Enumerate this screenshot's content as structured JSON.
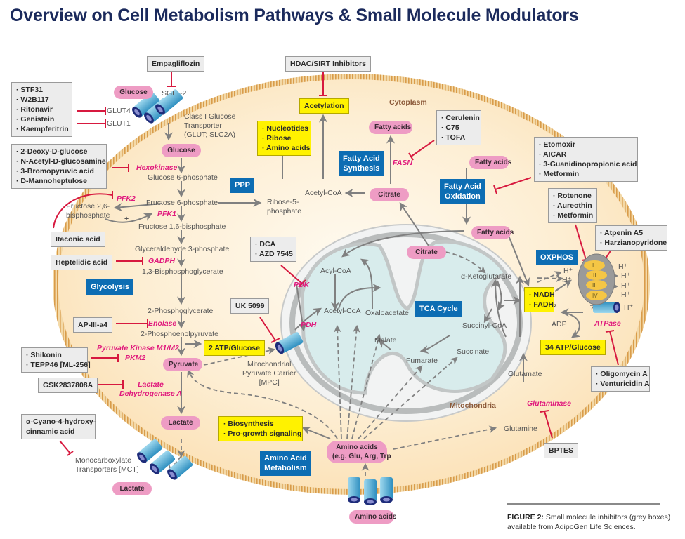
{
  "title": "Overview on Cell Metabolism Pathways & Small Molecule Modulators",
  "colors": {
    "inhibitor_box": "#ececec",
    "product_box": "#fff200",
    "pathway_box": "#0d6db3",
    "metabolite_pill": "#ee9cc4",
    "enzyme_text": "#e0197d",
    "inhibition_line": "#d7193f",
    "cytoplasm": "#fbe6c4",
    "mitochondria_matrix": "#d8ecec"
  },
  "regions": {
    "cytoplasm": "Cytoplasm",
    "mitochondria": "Mitochondria"
  },
  "inhibitors": {
    "empagliflozin": [
      "Empagliflozin"
    ],
    "hdac": [
      "HDAC/SIRT Inhibitors"
    ],
    "glut": [
      "STF31",
      "W2B117",
      "Ritonavir",
      "Genistein",
      "Kaempferitrin"
    ],
    "hexokinase": [
      "2-Deoxy-D-glucose",
      "N-Acetyl-D-glucosamine",
      "3-Bromopyruvic acid",
      "D-Mannoheptulose"
    ],
    "itaconic": [
      "Itaconic acid"
    ],
    "heptelidic": [
      "Heptelidic acid"
    ],
    "ap3": [
      "AP-III-a4"
    ],
    "pkm2": [
      "Shikonin",
      "TEPP46 [ML-256]"
    ],
    "gsk": [
      "GSK2837808A"
    ],
    "mct": [
      "α-Cyano-4-hydroxy-",
      "cinnamic acid"
    ],
    "fasn": [
      "Cerulenin",
      "C75",
      "TOFA"
    ],
    "fao": [
      "Etomoxir",
      "AICAR",
      "3-Guanidinopropionic acid",
      "Metformin"
    ],
    "complex1": [
      "Rotenone",
      "Aureothin",
      "Metformin"
    ],
    "complex2": [
      "Atpenin A5",
      "Harzianopyridone"
    ],
    "pdk": [
      "DCA",
      "AZD 7545"
    ],
    "mpc": [
      "UK 5099"
    ],
    "atpase": [
      "Oligomycin A",
      "Venturicidin A"
    ],
    "glutaminase": [
      "BPTES"
    ]
  },
  "products": {
    "acetylation": "Acetylation",
    "ppp_products": [
      "Nucleotides",
      "Ribose",
      "Amino acids"
    ],
    "atp2": "2 ATP/Glucose",
    "atp34": "34 ATP/Glucose",
    "nadh": [
      "NADH",
      "FADH₂"
    ],
    "biosynthesis": [
      "Biosynthesis",
      "Pro-growth signaling"
    ]
  },
  "pathways": {
    "ppp": "PPP",
    "glycolysis": "Glycolysis",
    "fas": [
      "Fatty Acid",
      "Synthesis"
    ],
    "fao": [
      "Fatty Acid",
      "Oxidation"
    ],
    "oxphos": "OXPHOS",
    "tca": "TCA Cycle",
    "aam": [
      "Amino Acid",
      "Metabolism"
    ]
  },
  "metabolites": {
    "glucose_out": "Glucose",
    "glucose_in": "Glucose",
    "pyruvate": "Pyruvate",
    "lactate_in": "Lactate",
    "lactate_out": "Lactate",
    "fatty_acids_cyto": "Fatty acids",
    "citrate_cyto": "Citrate",
    "fatty_acids_fao": "Fatty acids",
    "fatty_acids_mito": "Fatty acids",
    "citrate_mito": "Citrate",
    "amino_acids_in": [
      "Amino acids",
      "(e.g. Glu, Arg, Trp"
    ],
    "amino_acids_out": "Amino acids"
  },
  "labels": {
    "sglt2": "SGLT-2",
    "glut4": "GLUT4",
    "glut1": "GLUT1",
    "glut_transporter": [
      "Class I Glucose",
      "Transporter",
      "(GLUT; SLC2A)"
    ],
    "g6p": "Glucose 6-phosphate",
    "f6p": "Fructose 6-phosphate",
    "f26bp": [
      "Fructose 2,6-",
      "bisphosphate"
    ],
    "plus": "+",
    "f16bp": "Fructose 1,6-bisphosphate",
    "g3p": "Glyceraldehyde 3-phosphate",
    "bpg": "1,3-Bisphosphoglycerate",
    "pg2": "2-Phosphoglycerate",
    "pep": "2-Phosphoenolpyruvate",
    "r5p": [
      "Ribose-5-",
      "phosphate"
    ],
    "acetyl_coa_cyto": "Acetyl-CoA",
    "mpc": [
      "Mitochondrial",
      "Pyruvate Carrier",
      "[MPC]"
    ],
    "mct": [
      "Monocarboxylate",
      "Transporters [MCT]"
    ],
    "acyl_coa": "Acyl-CoA",
    "acetyl_coa_mito": "Acetyl-CoA",
    "oxaloacetate": "Oxaloacetate",
    "malate": "Malate",
    "fumarate": "Fumarate",
    "succinate": "Succinate",
    "succinyl_coa": "Succinyl-CoA",
    "akg": "α-Ketoglutarate",
    "glutamate": "Glutamate",
    "glutamine": "Glutamine",
    "adp": "ADP",
    "h_plus": "H⁺",
    "complexes": [
      "I",
      "II",
      "III",
      "IV"
    ]
  },
  "enzymes": {
    "hexokinase": "Hexokinase",
    "pfk2": "PFK2",
    "pfk1": "PFK1",
    "gadph": "GADPH",
    "enolase": "Enolase",
    "pk": "Pyruvate Kinase M1/M2",
    "pkm2": "PKM2",
    "ldha": [
      "Lactate",
      "Dehydrogenase A"
    ],
    "fasn": "FASN",
    "pdk": "PDK",
    "pdh": "PDH",
    "atpase": "ATPase",
    "glutaminase": "Glutaminase"
  },
  "caption": {
    "label": "FIGURE 2:",
    "text": " Small molecule inhibitors (grey boxes)",
    "text2": "available from AdipoGen Life Sciences."
  }
}
